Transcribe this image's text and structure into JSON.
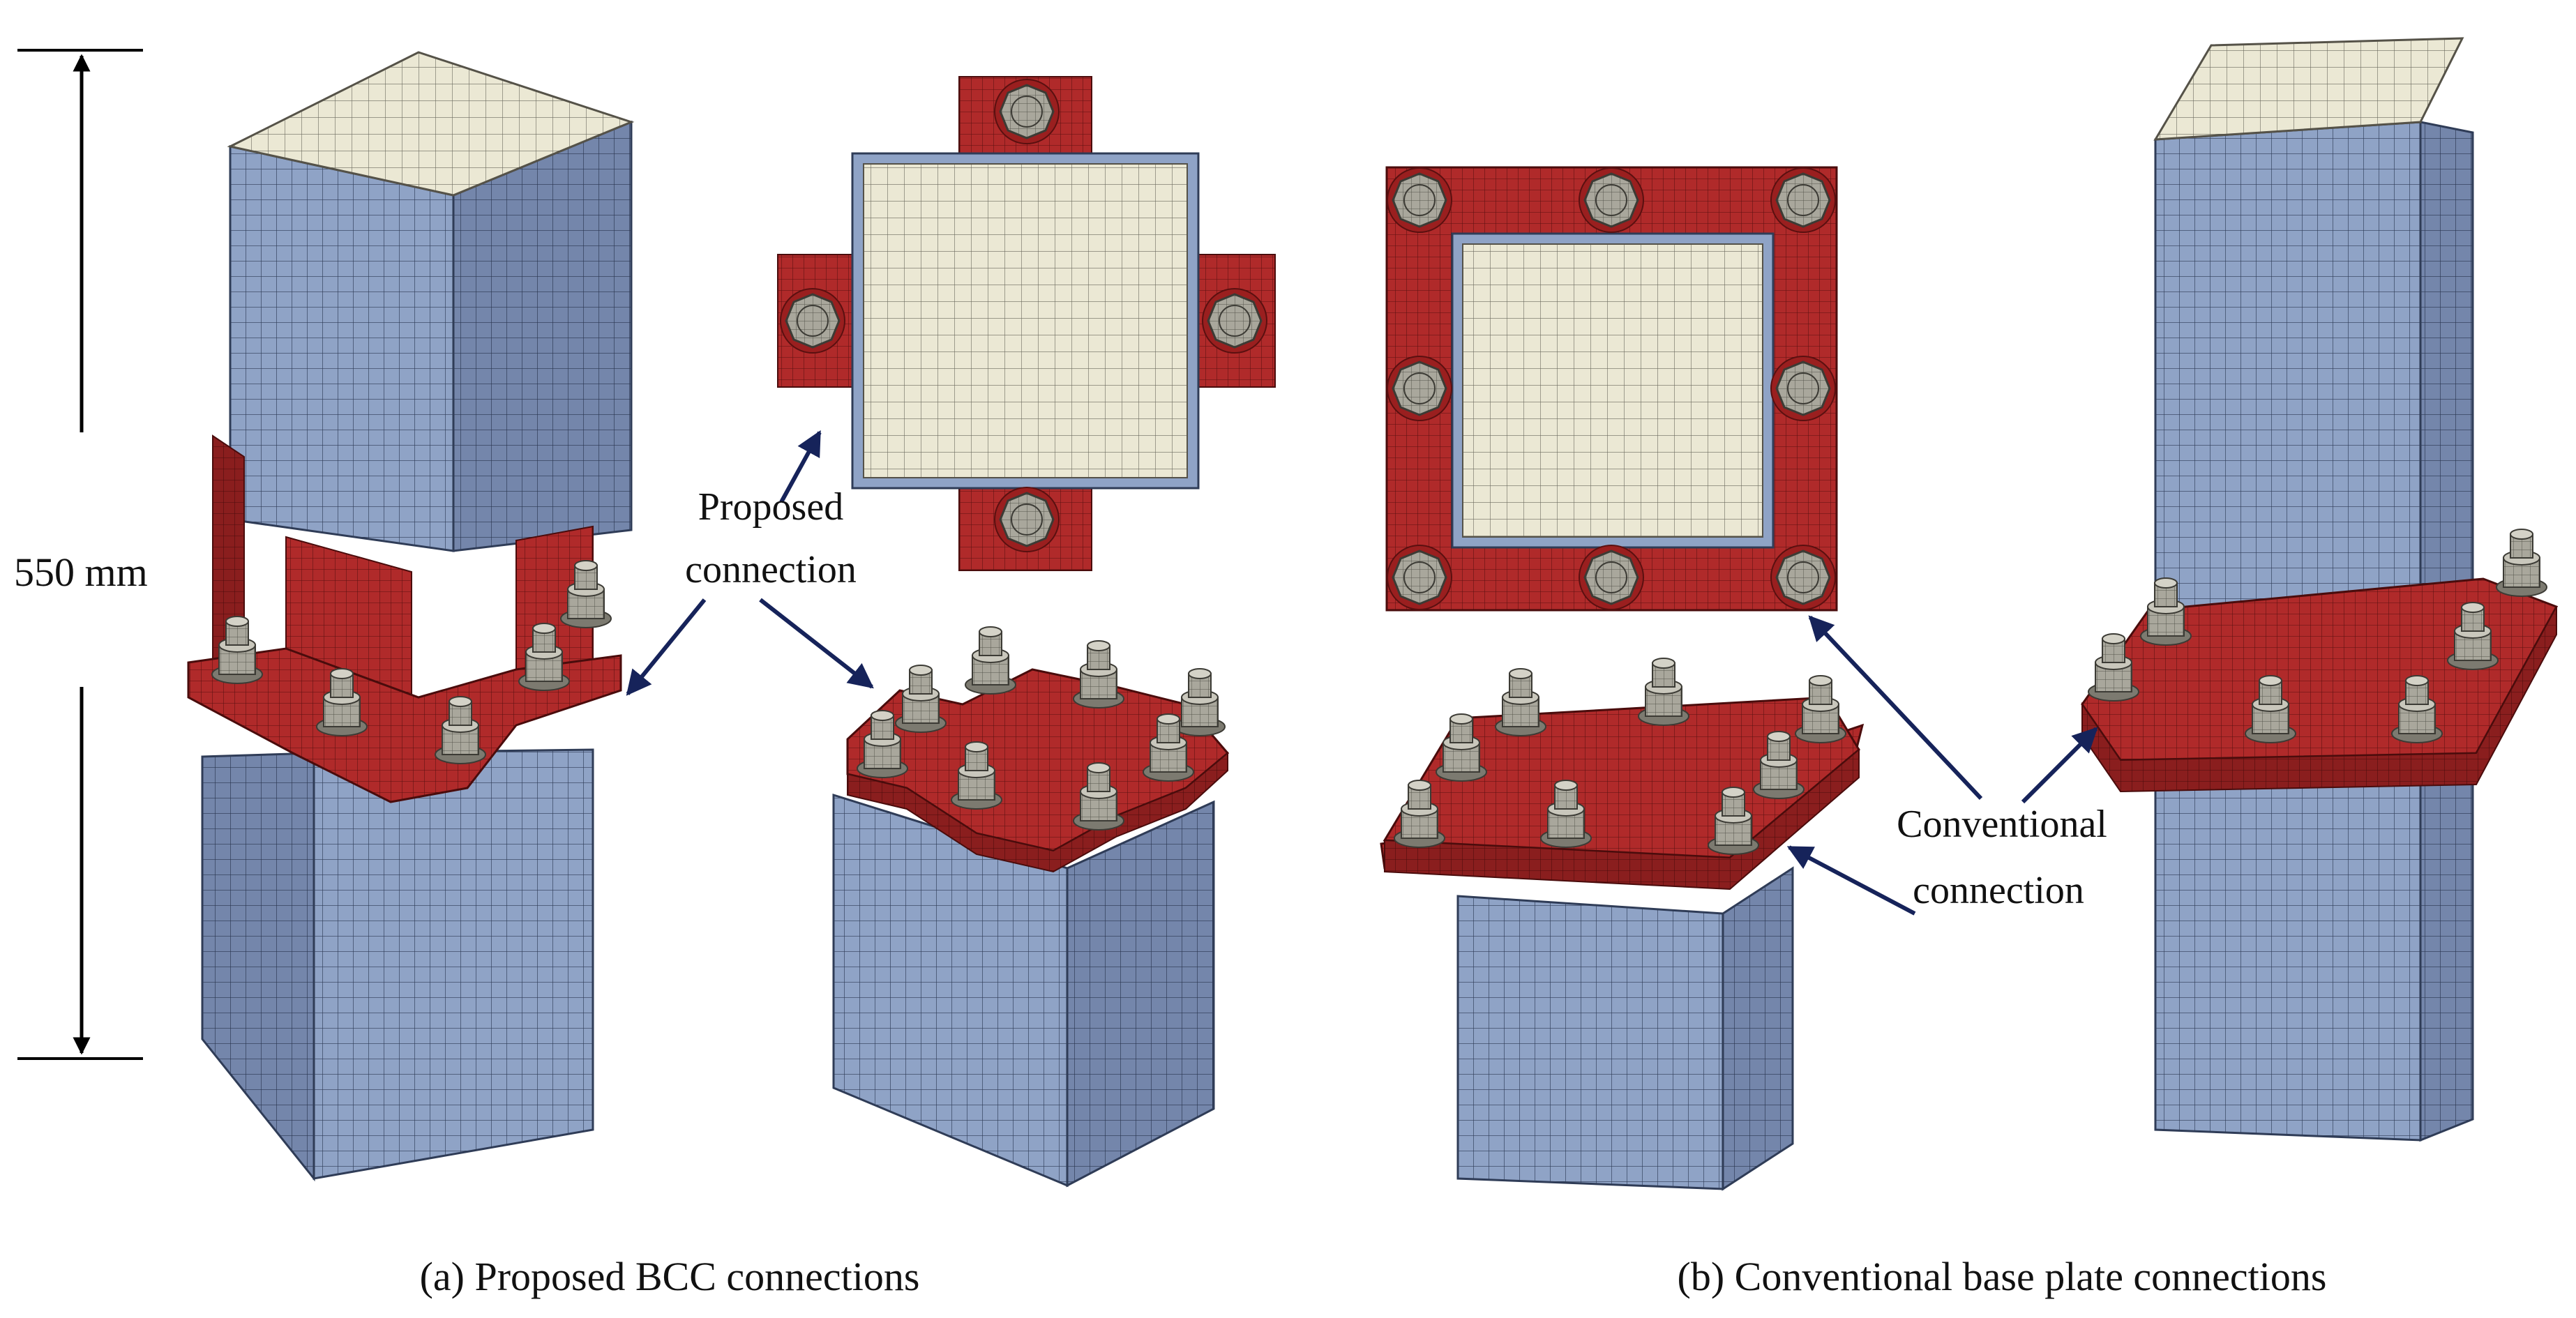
{
  "labels": {
    "dimension": "550 mm",
    "proposed_line1": "Proposed",
    "proposed_line2": "connection",
    "conventional_line1": "Conventional",
    "conventional_line2": "connection"
  },
  "captions": {
    "a": "(a) Proposed BCC connections",
    "b": "(b) Conventional base plate connections"
  },
  "colors": {
    "steel_face": "#8fa3c6",
    "steel_side": "#6f82a8",
    "concrete_fill": "#ebe8d4",
    "plate_red": "#b02a2a",
    "plate_red_dark": "#8a1e1e",
    "bolt_grey": "#a9a79c",
    "bolt_dark": "#7c7a70",
    "arrow_navy": "#16235a",
    "mesh_line": "#2f3c57",
    "dimension_line": "#000000"
  }
}
